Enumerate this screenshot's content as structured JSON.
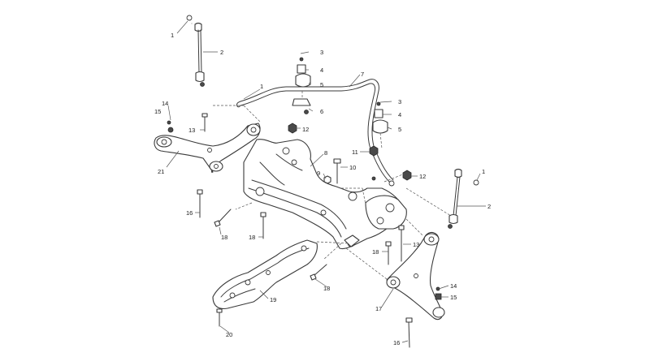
{
  "callouts": [
    {
      "id": "c1a",
      "text": "1"
    },
    {
      "id": "c2a",
      "text": "2"
    },
    {
      "id": "c1b",
      "text": "1"
    },
    {
      "id": "c3a",
      "text": "3"
    },
    {
      "id": "c4a",
      "text": "4"
    },
    {
      "id": "c5a",
      "text": "5"
    },
    {
      "id": "c6",
      "text": "6"
    },
    {
      "id": "c7",
      "text": "7"
    },
    {
      "id": "c3b",
      "text": "3"
    },
    {
      "id": "c4b",
      "text": "4"
    },
    {
      "id": "c5b",
      "text": "5"
    },
    {
      "id": "c12a",
      "text": "12"
    },
    {
      "id": "c14a",
      "text": "14"
    },
    {
      "id": "c15a",
      "text": "15"
    },
    {
      "id": "c13a",
      "text": "13"
    },
    {
      "id": "c21",
      "text": "21"
    },
    {
      "id": "c8",
      "text": "8"
    },
    {
      "id": "c11",
      "text": "11"
    },
    {
      "id": "c9",
      "text": "9"
    },
    {
      "id": "c10",
      "text": "10"
    },
    {
      "id": "c12b",
      "text": "12"
    },
    {
      "id": "c1c",
      "text": "1"
    },
    {
      "id": "c2b",
      "text": "2"
    },
    {
      "id": "c16a",
      "text": "16"
    },
    {
      "id": "c18a",
      "text": "18"
    },
    {
      "id": "c18b",
      "text": "18"
    },
    {
      "id": "c18c",
      "text": "18"
    },
    {
      "id": "c13b",
      "text": "13"
    },
    {
      "id": "c19",
      "text": "19"
    },
    {
      "id": "c14b",
      "text": "14"
    },
    {
      "id": "c15b",
      "text": "15"
    },
    {
      "id": "c17",
      "text": "17"
    },
    {
      "id": "c20",
      "text": "20"
    },
    {
      "id": "c16b",
      "text": "16"
    },
    {
      "id": "c18d",
      "text": "18"
    }
  ]
}
